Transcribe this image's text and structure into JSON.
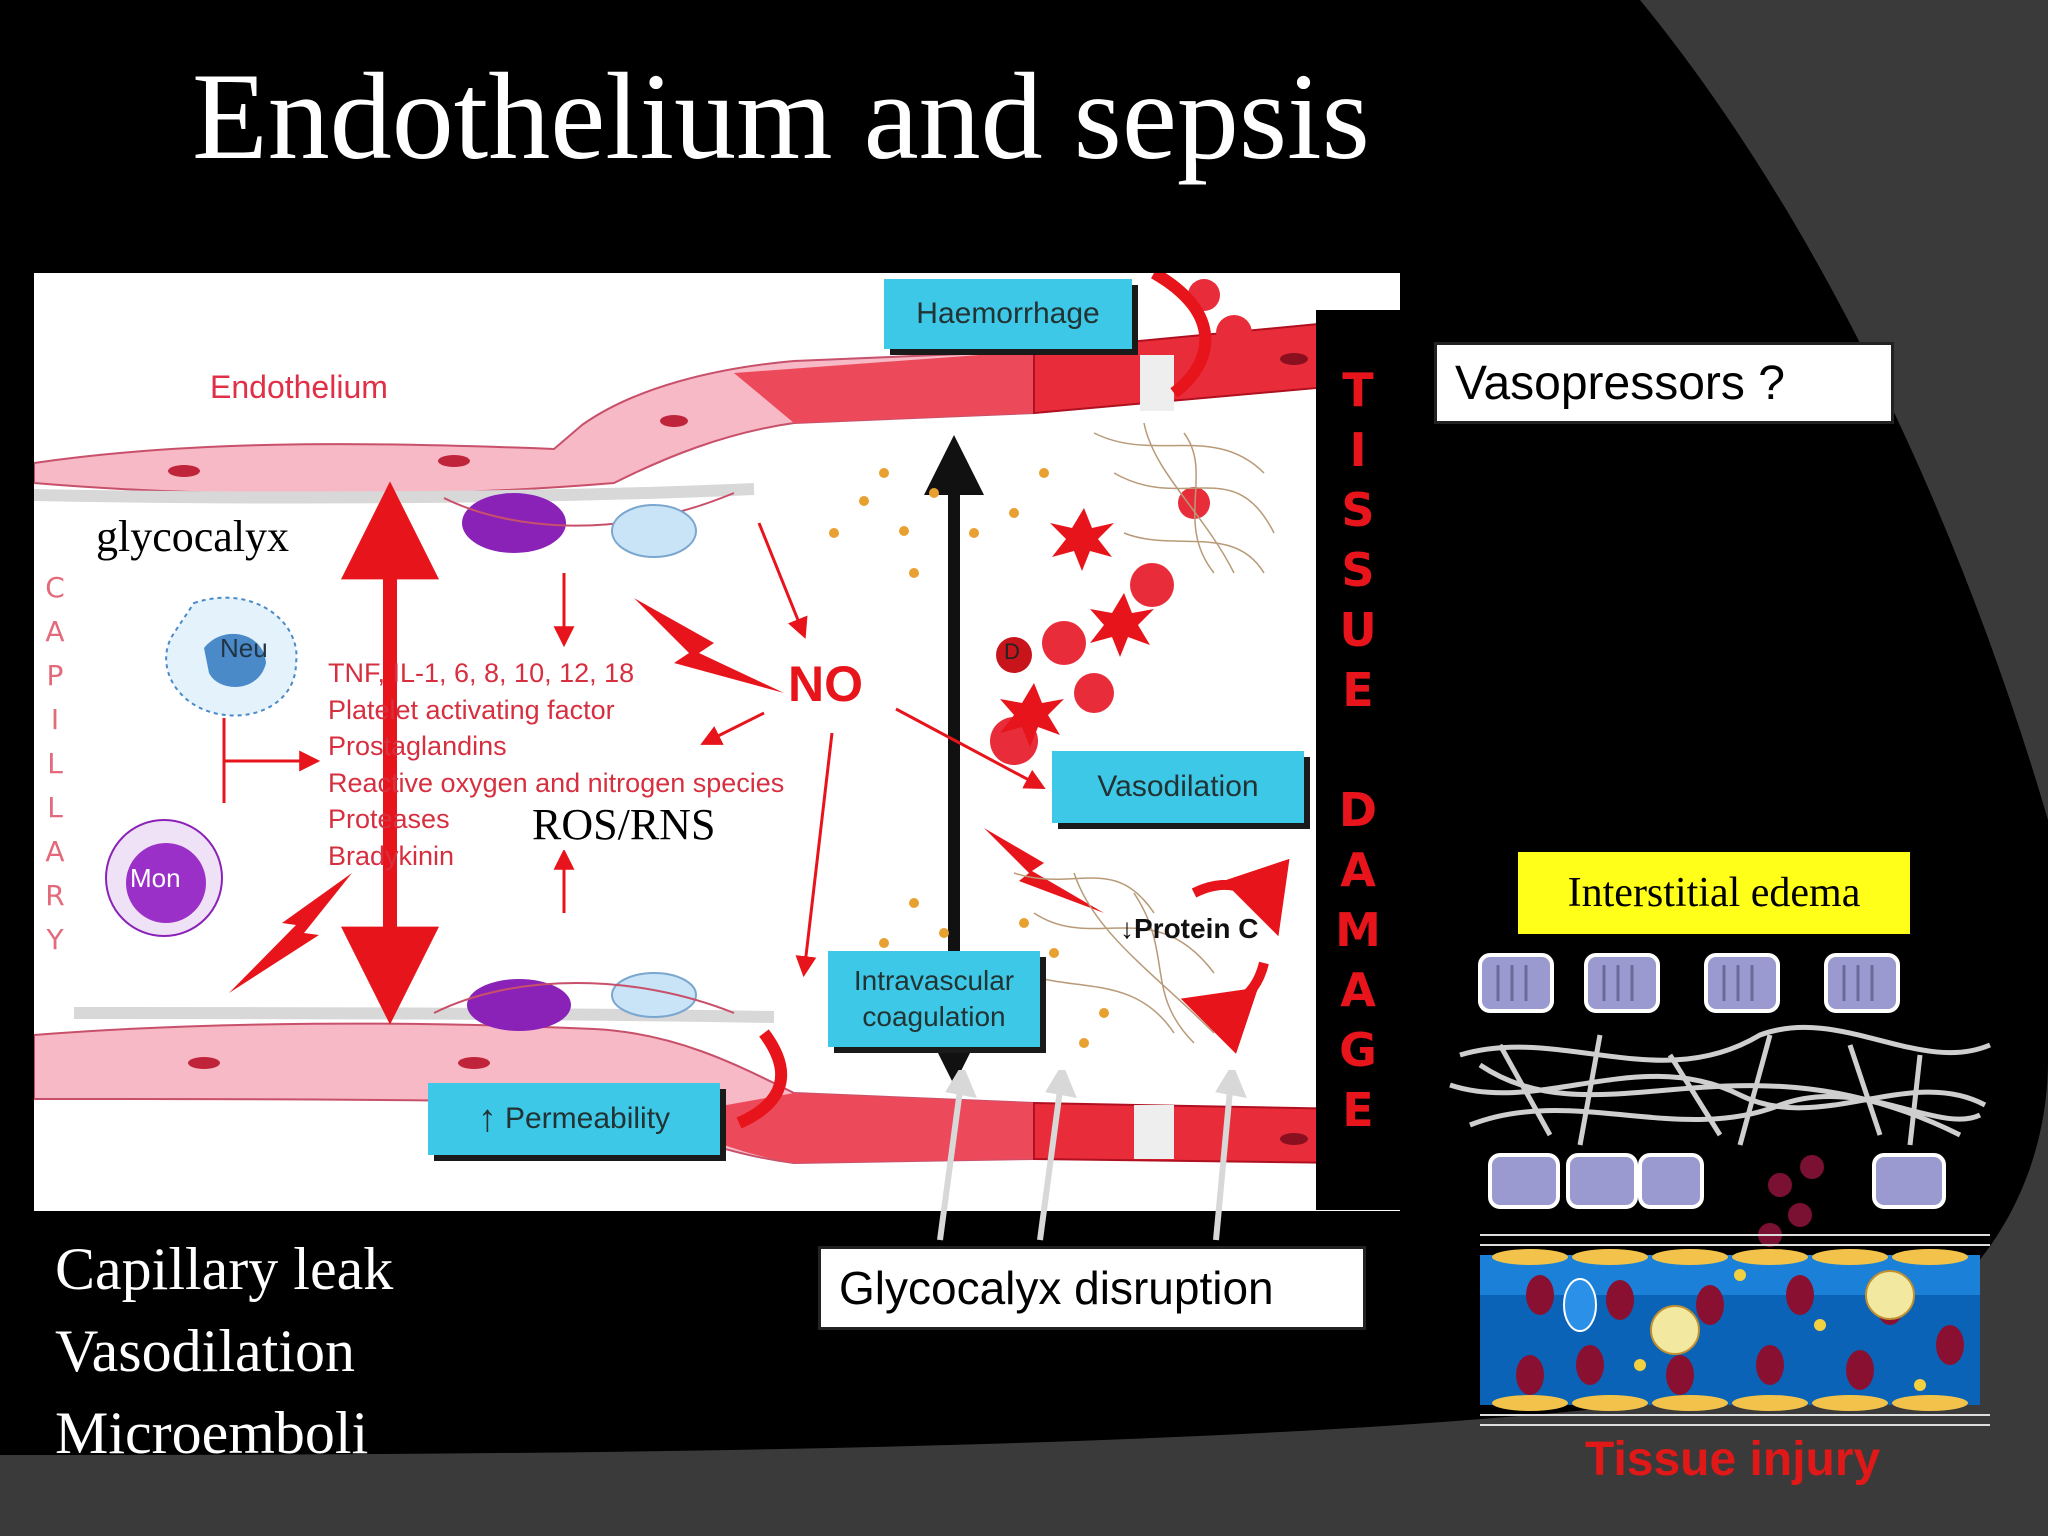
{
  "slide": {
    "title": "Endothelium and sepsis",
    "left_list": [
      "Capillary leak",
      "Vasodilation",
      "Microemboli"
    ]
  },
  "diagram": {
    "endothelium_label": "Endothelium",
    "glycocalyx_label": "glycocalyx",
    "capillary_letters": [
      "C",
      "A",
      "P",
      "I",
      "L",
      "L",
      "A",
      "R",
      "Y"
    ],
    "tissue_damage_letters": [
      "T",
      "I",
      "S",
      "S",
      "U",
      "E",
      "",
      "D",
      "A",
      "M",
      "A",
      "G",
      "E"
    ],
    "neu_label": "Neu",
    "mon_label": "Mon",
    "mediators": [
      "TNF, IL-1, 6, 8, 10, 12, 18",
      "Platelet activating factor",
      "Prostaglandins",
      "Reactive oxygen and nitrogen species",
      "Proteases",
      "Bradykinin"
    ],
    "ros_rns": "ROS/RNS",
    "no_label": "NO",
    "d_label": "D",
    "protein_c": "Protein C",
    "boxes": {
      "haemorrhage": "Haemorrhage",
      "vasodilation": "Vasodilation",
      "intravascular_coagulation": "Intravascular coagulation",
      "permeability": "Permeability"
    },
    "permeability_arrow": "↑",
    "protein_c_arrow": "↓"
  },
  "callouts": {
    "vasopressors": "Vasopressors ?",
    "glycocalyx_disruption": "Glycocalyx disruption",
    "interstitial_edema": "Interstitial edema",
    "tissue_injury": "Tissue injury"
  },
  "colors": {
    "background": "#000000",
    "accent_red": "#e8141b",
    "box_blue": "#3ec8e8",
    "edema_yellow": "#ffff1a"
  }
}
